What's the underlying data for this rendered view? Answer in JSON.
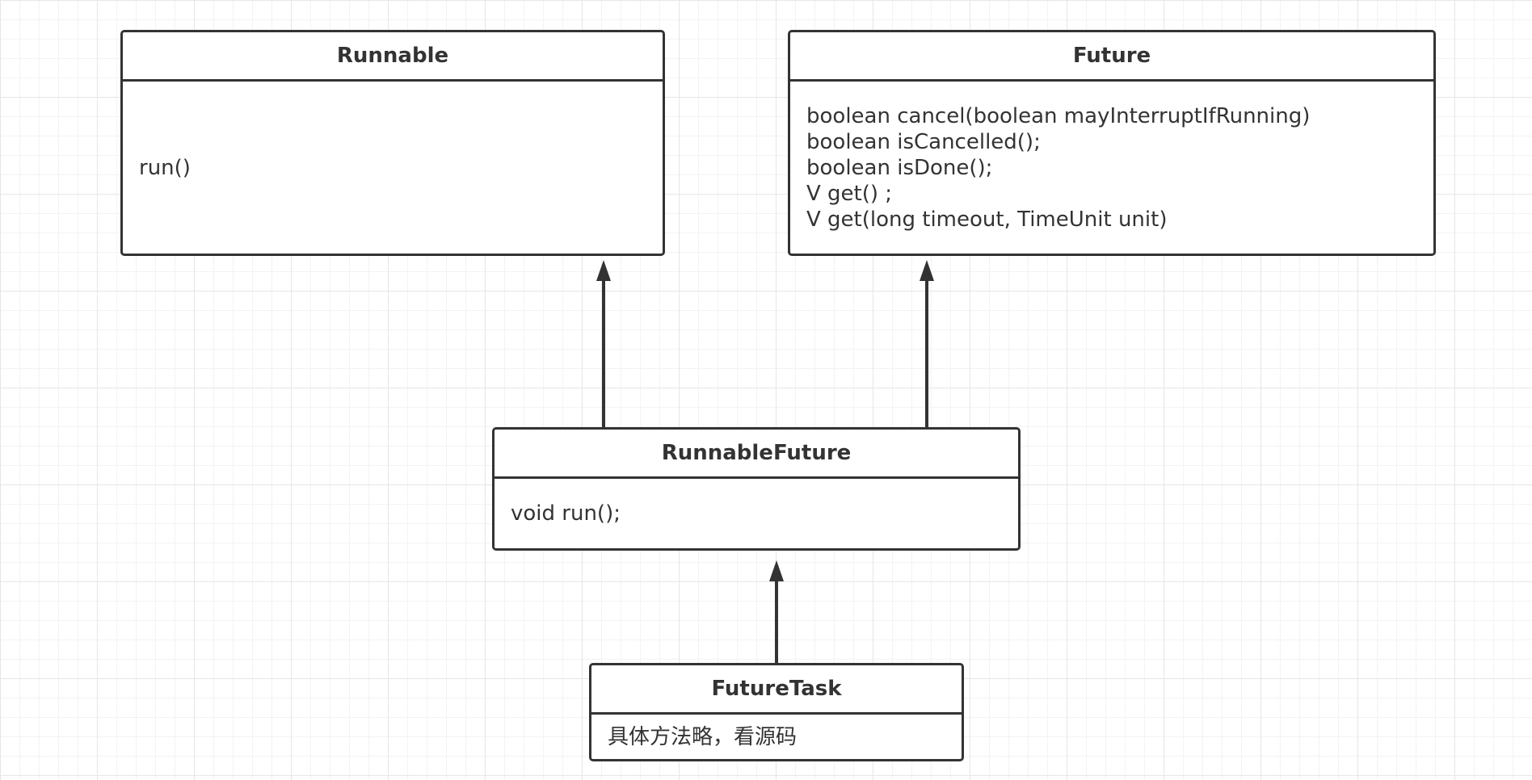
{
  "diagram": {
    "classes": {
      "runnable": {
        "name": "Runnable",
        "members": [
          "run()"
        ]
      },
      "future": {
        "name": "Future",
        "members": [
          "boolean cancel(boolean mayInterruptIfRunning)",
          "boolean isCancelled();",
          "boolean isDone();",
          "V get() ;",
          "V get(long timeout, TimeUnit unit)"
        ]
      },
      "runnable_future": {
        "name": "RunnableFuture",
        "members": [
          "void run();"
        ]
      },
      "future_task": {
        "name": "FutureTask",
        "members": [
          "具体方法略，看源码"
        ]
      }
    },
    "relations": [
      {
        "from": "RunnableFuture",
        "to": "Runnable",
        "type": "generalization"
      },
      {
        "from": "RunnableFuture",
        "to": "Future",
        "type": "generalization"
      },
      {
        "from": "FutureTask",
        "to": "RunnableFuture",
        "type": "generalization"
      }
    ],
    "colors": {
      "stroke": "#333333",
      "fill": "#ffffff",
      "grid": "#e6e6e6"
    }
  }
}
